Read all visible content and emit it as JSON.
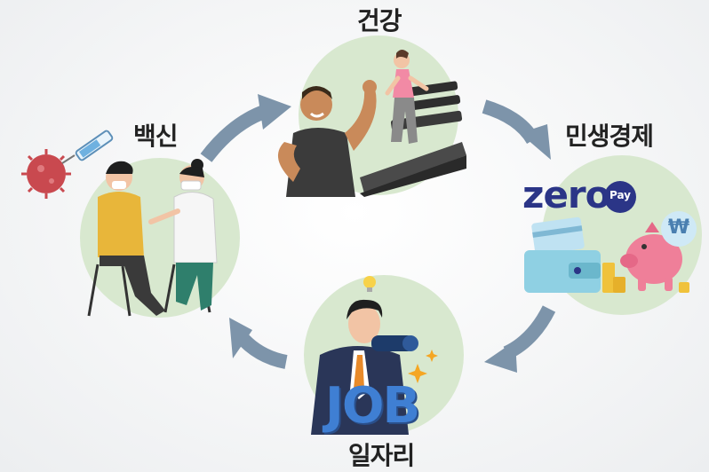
{
  "nodes": {
    "health": {
      "label": "건강"
    },
    "economy": {
      "label": "민생경제",
      "brand_main": "zero",
      "brand_badge": "Pay",
      "currency_symbol": "₩"
    },
    "jobs": {
      "label": "일자리",
      "sign_text": "JOB"
    },
    "vaccine": {
      "label": "백신"
    }
  },
  "colors": {
    "circle": "#d8e8cf",
    "arrow": "#7d94aa",
    "label": "#222222",
    "zero_navy": "#2b3587",
    "job_blue": "#3f7fd3",
    "piggy_pink": "#ef7f99"
  }
}
